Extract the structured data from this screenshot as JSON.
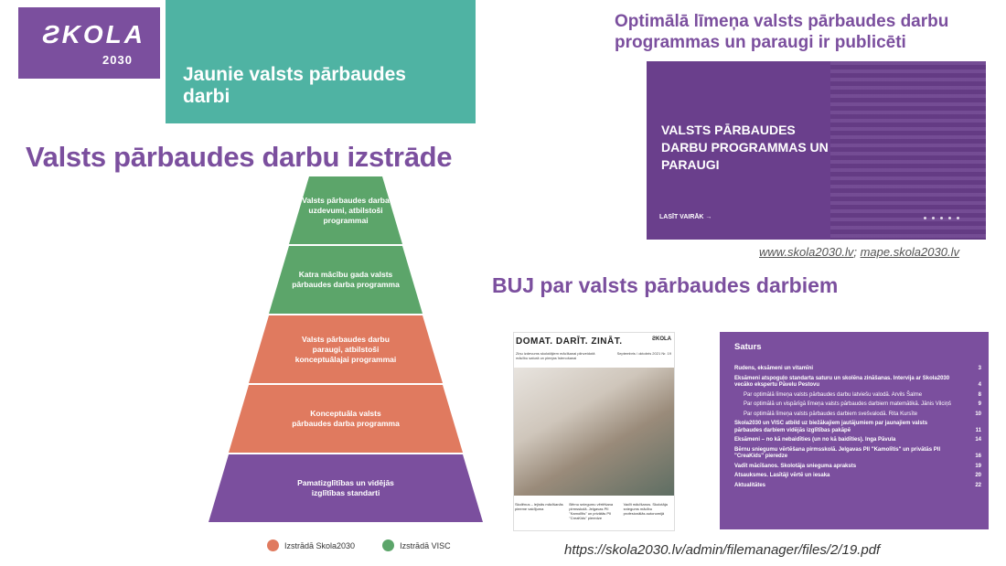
{
  "logo": {
    "word": "ƧKOLA",
    "year": "2030"
  },
  "header": {
    "title": "Jaunie valsts pārbaudes darbi"
  },
  "left_heading": "Valsts pārbaudes darbu izstrāde",
  "pyramid": [
    {
      "label": "Valsts pārbaudes darba uzdevumi, atbilstoši programmai",
      "color": "#5ca56a"
    },
    {
      "label": "Katra mācību gada valsts pārbaudes darba programma",
      "color": "#5ca56a"
    },
    {
      "label": "Valsts pārbaudes darbu paraugi, atbilstoši konceptuālajai programmai",
      "color": "#e07a5f"
    },
    {
      "label": "Konceptuāla valsts pārbaudes darba programma",
      "color": "#e07a5f"
    },
    {
      "label": "Pamatizglītības un vidējās izglītības standarti",
      "color": "#7b4f9e"
    }
  ],
  "legend": [
    {
      "label": "Izstrādā Skola2030",
      "color": "#e07a5f"
    },
    {
      "label": "Izstrādā VISC",
      "color": "#5ca56a"
    }
  ],
  "right_heading": "Optimālā līmeņa valsts pārbaudes darbu programmas un paraugi ir publicēti",
  "banner": {
    "title": "VALSTS PĀRBAUDES DARBU PROGRAMMAS UN PARAUGI",
    "more": "LASĪT VAIRĀK →"
  },
  "links": {
    "a": "www.skola2030.lv",
    "sep": "; ",
    "b": "mape.skola2030.lv"
  },
  "buj_heading": "BUJ par valsts pārbaudes darbiem",
  "magazine": {
    "title": "DOMAT. DARĪT. ZINĀT.",
    "logo": "ƧKOLA",
    "subtitle": "Ziņu izdevums skolotājiem mācīšanai pilnveidotā mācību saturā un pieejas īstenošanai",
    "date": "Septembris / oktobris 2021 Nr. 19",
    "columns": [
      "Skolēnus – lejiņās mācīšanās pieeme vaidījuma",
      "Bērnu sniegumu vērtēšana pirmsskolā. Jelgavas PII \"Kamolītis\" un privātās PII \"CreaKids\" pieredze",
      "Vadīt mācīšanos. Skolotāja sniegums mācību profesionālās autonomijā"
    ]
  },
  "toc": {
    "title": "Saturs",
    "rows": [
      {
        "t": "Rudens, eksāmeni un vitamīni",
        "p": "3",
        "bold": true,
        "sub": false
      },
      {
        "t": "Eksāmeni atspoguļo standarta saturu un skolēna zināšanas. Intervija ar Skola2030 vecāko ekspertu Pāvelu Pestovu",
        "p": "4",
        "bold": true,
        "sub": false
      },
      {
        "t": "Par optimālā līmeņa valsts pārbaudes darbu latviešu valodā. Arvils Šalme",
        "p": "8",
        "bold": false,
        "sub": true
      },
      {
        "t": "Par optimālā un vispārīgā līmeņa valsts pārbaudes darbiem matemātikā. Jānis Vilciņš",
        "p": "9",
        "bold": false,
        "sub": true
      },
      {
        "t": "Par optimālā līmeņa valsts pārbaudes darbiem svešvalodā. Rita Kursīte",
        "p": "10",
        "bold": false,
        "sub": true
      },
      {
        "t": "Skola2030 un VISC atbild uz biežākajiem jautājumiem par jaunajiem valsts pārbaudes darbiem vidējās izglītības pakāpē",
        "p": "11",
        "bold": true,
        "sub": false
      },
      {
        "t": "Eksāmeni – no kā nebaidīties (un no kā baidīties). Inga Pāvula",
        "p": "14",
        "bold": true,
        "sub": false
      },
      {
        "t": "Bērnu sniegumu vērtēšana pirmsskolā. Jelgavas PII \"Kamolītis\" un privātās PII \"CreaKids\" pieredze",
        "p": "16",
        "bold": true,
        "sub": false
      },
      {
        "t": "Vadīt mācīšanos. Skolotāja snieguma apraksts",
        "p": "19",
        "bold": true,
        "sub": false
      },
      {
        "t": "Atsauksmes. Lasītāji vērtē un iesaka",
        "p": "20",
        "bold": true,
        "sub": false
      },
      {
        "t": "Aktualitātes",
        "p": "22",
        "bold": true,
        "sub": false
      }
    ]
  },
  "url": "https://skola2030.lv/admin/filemanager/files/2/19.pdf"
}
